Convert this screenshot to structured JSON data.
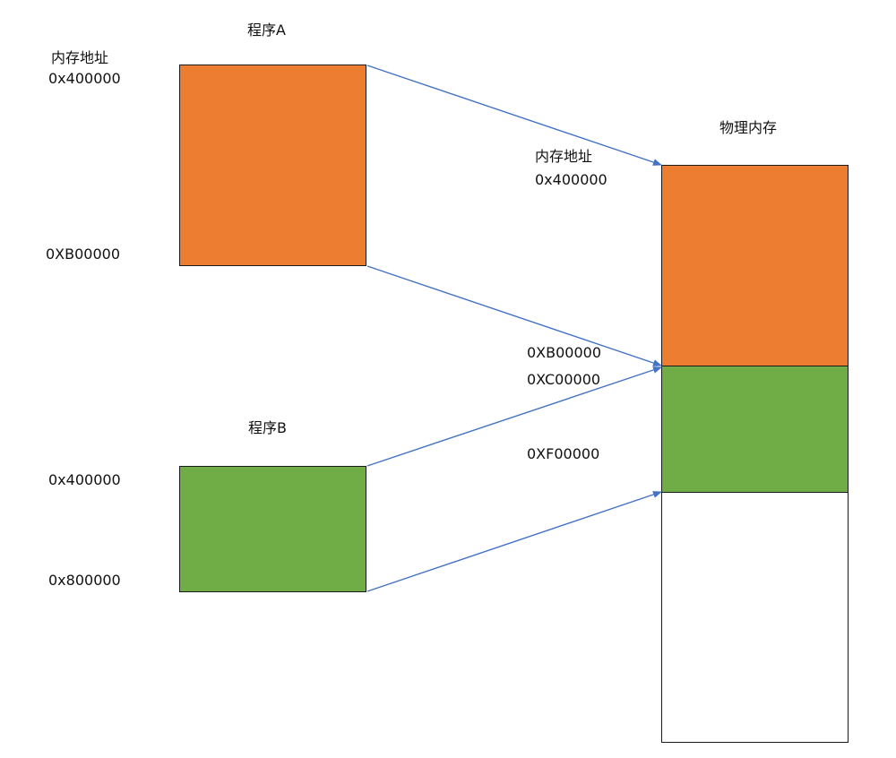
{
  "program_a": {
    "title": "程序A",
    "addr_heading": "内存地址",
    "start_addr": "0x400000",
    "end_addr": "0XB00000",
    "color": "#ed7d31"
  },
  "program_b": {
    "title": "程序B",
    "start_addr": "0x400000",
    "end_addr": "0x800000",
    "color": "#70ad47"
  },
  "physical": {
    "title": "物理内存",
    "addr_heading": "内存地址",
    "a_start": "0x400000",
    "a_end": "0XB00000",
    "b_start": "0XC00000",
    "b_end": "0XF00000",
    "empty_color": "#ffffff"
  },
  "arrow_color": "#4472c4"
}
